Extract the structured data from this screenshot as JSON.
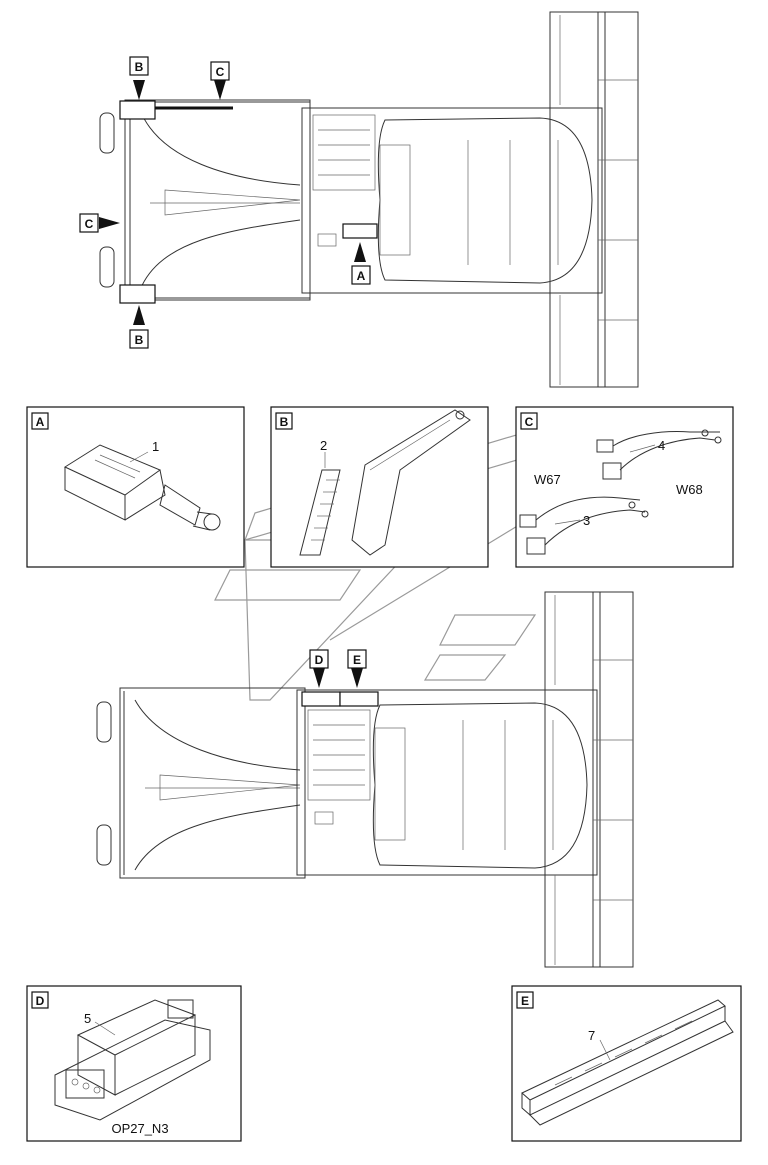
{
  "top_view": {
    "callouts": [
      {
        "id": "tag-b-top",
        "text": "B"
      },
      {
        "id": "tag-c-top",
        "text": "C"
      },
      {
        "id": "tag-c-left",
        "text": "C"
      },
      {
        "id": "tag-a",
        "text": "A"
      },
      {
        "id": "tag-b-bottom",
        "text": "B"
      }
    ]
  },
  "detail_panels": {
    "a": {
      "letter": "A",
      "items": [
        {
          "num": "1"
        }
      ]
    },
    "b": {
      "letter": "B",
      "items": [
        {
          "num": "2"
        }
      ]
    },
    "c": {
      "letter": "C",
      "items": [
        {
          "num": "4"
        },
        {
          "num": "3"
        }
      ],
      "labels": [
        "W67",
        "W68"
      ]
    },
    "d": {
      "letter": "D",
      "items": [
        {
          "num": "5"
        }
      ],
      "caption": "OP27_N3"
    },
    "e": {
      "letter": "E",
      "items": [
        {
          "num": "7"
        }
      ]
    }
  },
  "bottom_view": {
    "callouts": [
      {
        "id": "tag-d",
        "text": "D"
      },
      {
        "id": "tag-e",
        "text": "E"
      }
    ]
  }
}
